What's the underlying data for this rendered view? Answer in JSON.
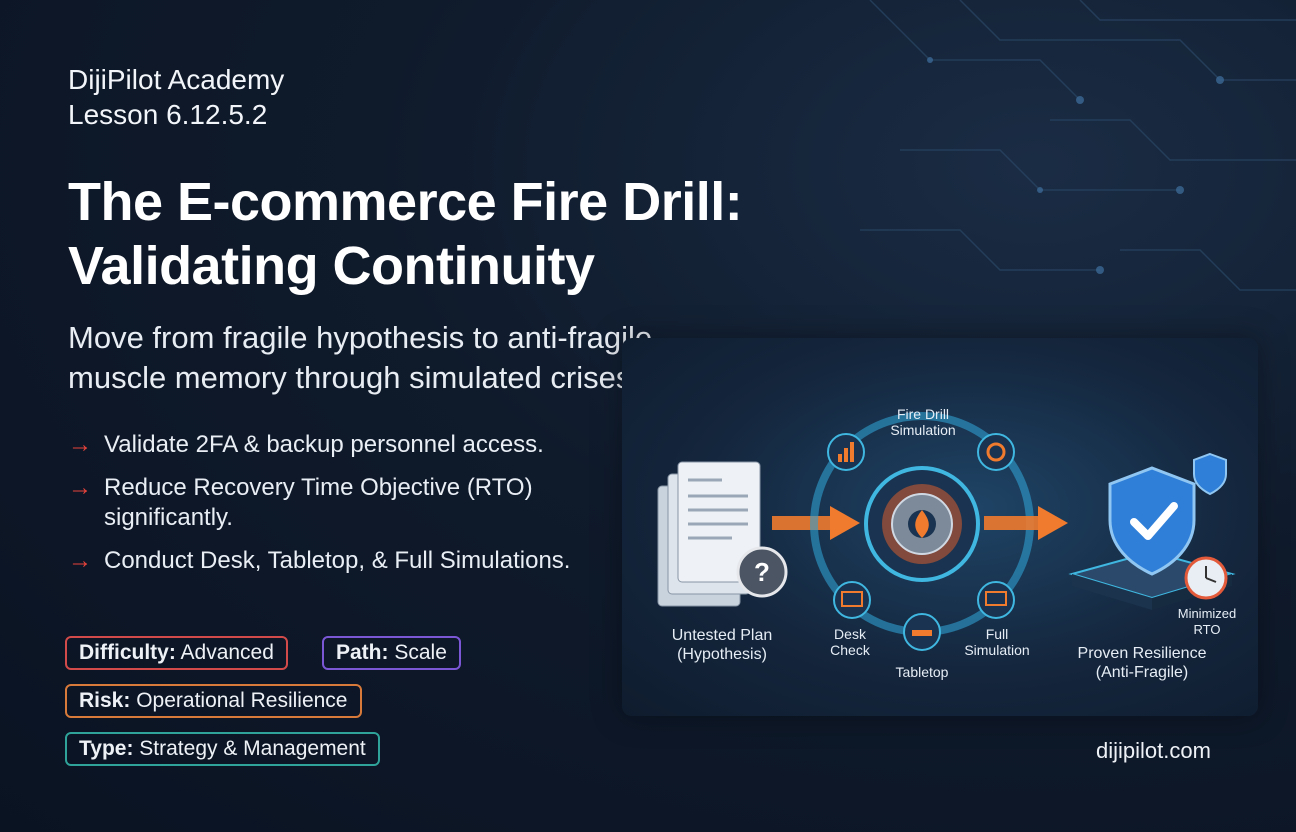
{
  "header": {
    "academy": "DijiPilot Academy",
    "lesson": "Lesson 6.12.5.2"
  },
  "title": {
    "line1": "The E-commerce Fire Drill:",
    "line2": "Validating Continuity"
  },
  "subtitle": {
    "line1": "Move from fragile hypothesis to anti-fragile",
    "line2": "muscle memory through simulated crises."
  },
  "bullets": [
    {
      "arrow": "→",
      "text": "Validate 2FA & backup personnel access."
    },
    {
      "arrow": "→",
      "text": "Reduce Recovery Time Objective (RTO) significantly."
    },
    {
      "arrow": "→",
      "text": "Conduct Desk, Tabletop, & Full Simulations."
    }
  ],
  "tags": {
    "difficulty": {
      "key": "Difficulty:",
      "value": "Advanced",
      "color": "#d24a4a"
    },
    "path": {
      "key": "Path:",
      "value": "Scale",
      "color": "#7b57d6"
    },
    "risk": {
      "key": "Risk:",
      "value": "Operational Resilience",
      "color": "#d87a3a"
    },
    "type": {
      "key": "Type:",
      "value": "Strategy & Management",
      "color": "#2fa39a"
    }
  },
  "diagram": {
    "center_title_1": "Fire Drill",
    "center_title_2": "Simulation",
    "left_label_1": "Untested Plan",
    "left_label_2": "(Hypothesis)",
    "right_label_1": "Proven Resilience",
    "right_label_2": "(Anti-Fragile)",
    "desk_1": "Desk",
    "desk_2": "Check",
    "tabletop": "Tabletop",
    "full_1": "Full",
    "full_2": "Simulation",
    "rto_1": "Minimized",
    "rto_2": "RTO",
    "question_mark": "?",
    "icons": [
      "document-stack-icon",
      "question-icon",
      "gear-fire-icon",
      "chart-icon",
      "settings-icon",
      "desk-check-icon",
      "tabletop-icon",
      "monitor-icon",
      "shield-check-icon",
      "clock-icon"
    ],
    "colors": {
      "arrow": "#f07a2e",
      "ring": "#3fb7e0",
      "shield": "#2f7fd8"
    }
  },
  "footer": {
    "site": "dijipilot.com"
  }
}
